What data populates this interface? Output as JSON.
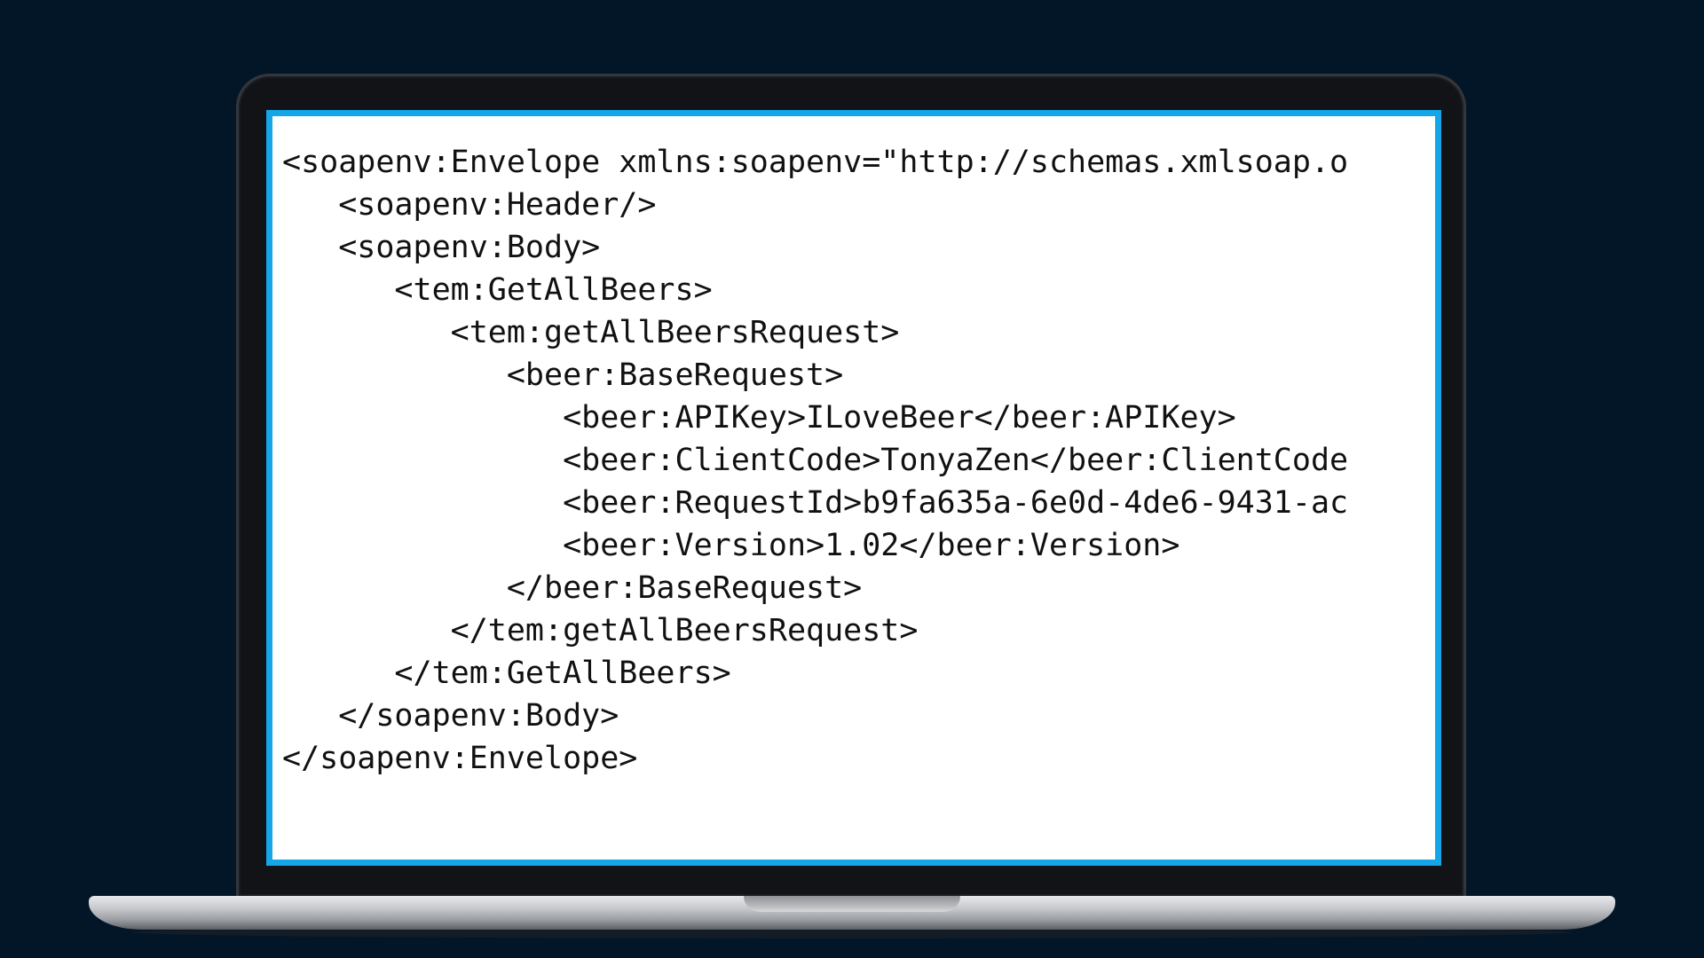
{
  "editor": {
    "lines": [
      "<soapenv:Envelope xmlns:soapenv=\"http://schemas.xmlsoap.o",
      "   <soapenv:Header/>",
      "   <soapenv:Body>",
      "      <tem:GetAllBeers>",
      "         <tem:getAllBeersRequest>",
      "            <beer:BaseRequest>",
      "               <beer:APIKey>ILoveBeer</beer:APIKey>",
      "               <beer:ClientCode>TonyaZen</beer:ClientCode",
      "               <beer:RequestId>b9fa635a-6e0d-4de6-9431-ac",
      "               <beer:Version>1.02</beer:Version>",
      "            </beer:BaseRequest>",
      "         </tem:getAllBeersRequest>",
      "      </tem:GetAllBeers>",
      "   </soapenv:Body>",
      "</soapenv:Envelope>"
    ]
  },
  "colors": {
    "background": "#031628",
    "screen_border": "#14a6e6",
    "screen": "#ffffff",
    "text": "#111111"
  }
}
